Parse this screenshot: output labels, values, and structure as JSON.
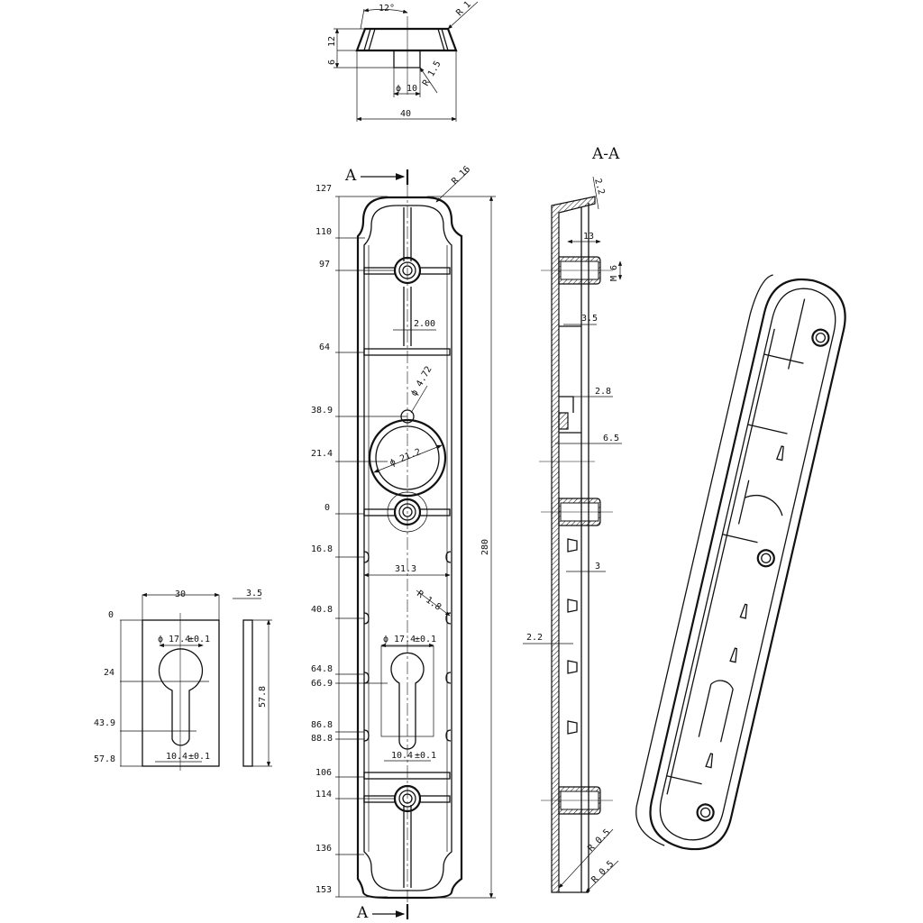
{
  "section_label": "A-A",
  "section_markers": {
    "top": "A",
    "bottom": "A"
  },
  "top_view": {
    "angle": "12°",
    "r_top": "R 1",
    "height": "12",
    "base": "6",
    "hole": "ϕ 10",
    "r_hole": "R 1.5",
    "width": "40"
  },
  "front_view": {
    "y_coords": [
      "127",
      "110",
      "97",
      "64",
      "38.9",
      "21.4",
      "0",
      "16.8",
      "40.8",
      "64.8",
      "66.9",
      "86.8",
      "88.8",
      "106",
      "114",
      "136",
      "153"
    ],
    "r_corner": "R 16",
    "rib_width": "2.00",
    "small_hole": "ϕ 4.72",
    "big_hole": "ϕ 21.2",
    "inner_width": "31.3",
    "r_clip": "R 1.8",
    "key_top": "ϕ 17.4",
    "key_bottom": "10.4",
    "tolerance": "±0.1",
    "length": "280"
  },
  "section_view": {
    "top_chamfer": "2.2",
    "boss_length": "13",
    "boss_hole": "M 6",
    "rib_3_5": "3.5",
    "rib_2_8": "2.8",
    "depth": "6.5",
    "clip": "3",
    "wall": "2.2",
    "r_inner": "R 0.5",
    "r_outer": "R 0.5"
  },
  "escutcheon": {
    "width": "30",
    "thickness": "3.5",
    "y0": "0",
    "y1": "24",
    "y2": "43.9",
    "y3": "57.8",
    "height": "57.8",
    "key_top": "ϕ 17.4",
    "key_bottom": "10.4",
    "tolerance": "±0.1"
  }
}
